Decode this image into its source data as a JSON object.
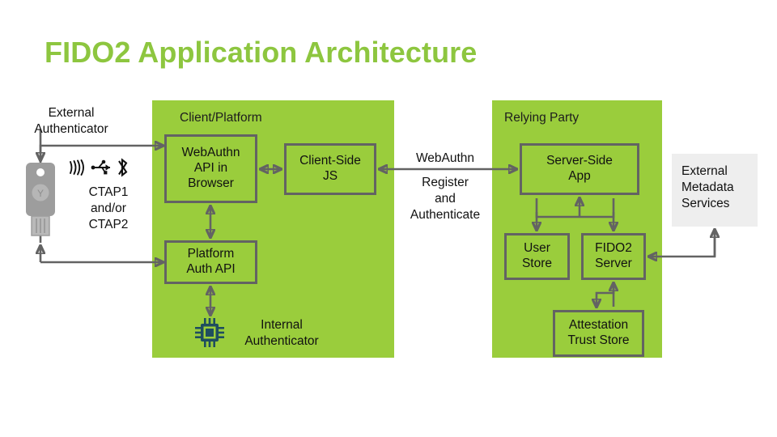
{
  "page": {
    "title": "FIDO2 Application Architecture",
    "background": "#ffffff",
    "title_color": "#8dc63f"
  },
  "colors": {
    "zone_green": "#9acd3c",
    "box_border": "#636363",
    "arrow": "#636363",
    "external_box_fill": "#eeeeee",
    "key_body": "#9d9d9d",
    "chip": "#1f4e5f"
  },
  "zones": [
    {
      "id": "client",
      "label": "Client/Platform"
    },
    {
      "id": "relying_party",
      "label": "Relying Party"
    }
  ],
  "nodes": {
    "webauthn_api": "WebAuthn\nAPI in\nBrowser",
    "client_side_js": "Client-Side\nJS",
    "platform_auth_api": "Platform\nAuth API",
    "server_side_app": "Server-Side\nApp",
    "user_store": "User\nStore",
    "fido2_server": "FIDO2\nServer",
    "attestation_trust_store": "Attestation\nTrust Store",
    "external_metadata_services": "External\nMetadata\nServices"
  },
  "labels": {
    "external_authenticator": "External\nAuthenticator",
    "ctap": "CTAP1\nand/or\nCTAP2",
    "webauthn_link": "WebAuthn",
    "register_and_authenticate": "Register\nand\nAuthenticate",
    "internal_authenticator": "Internal\nAuthenticator"
  },
  "icons": {
    "security_key": "security-key-icon",
    "nfc": "nfc-icon",
    "usb": "usb-icon",
    "bluetooth": "bluetooth-icon",
    "chip": "chip-icon",
    "key_mark": "Y"
  }
}
